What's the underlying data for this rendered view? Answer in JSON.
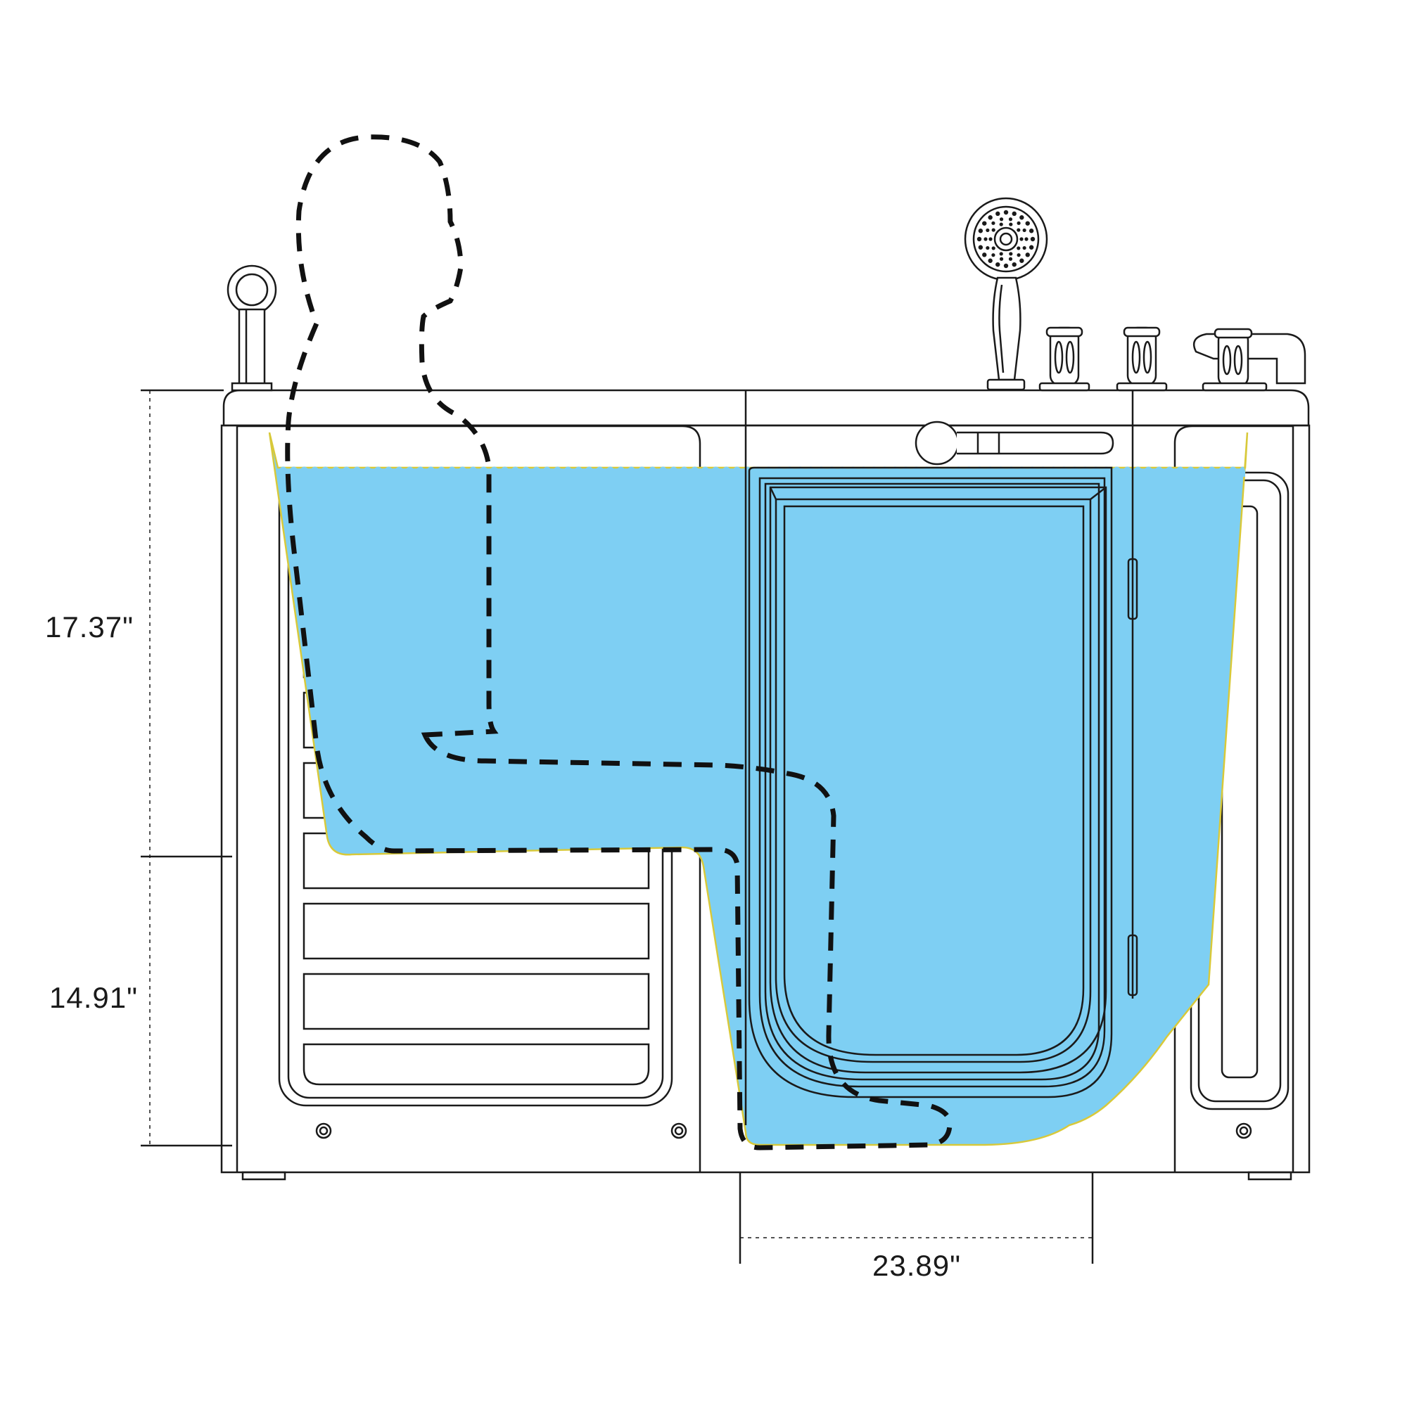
{
  "dimensions": {
    "upper_height": "17.37\"",
    "lower_height": "14.91\"",
    "door_width": "23.89\""
  },
  "colors": {
    "water": "#7ecff3",
    "water_outline": "#d8c93a",
    "line": "#1a1a1a",
    "background": "#ffffff"
  },
  "icons": {
    "shower_head": "handheld-shower-icon",
    "faucet_valves": "valve-knob-icon",
    "grab_handle": "door-handle-icon",
    "rail_support": "grab-bar-icon"
  }
}
